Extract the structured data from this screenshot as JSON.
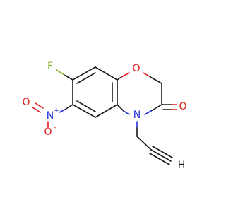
{
  "atoms": {
    "fluorine": {
      "symbol": "F",
      "color": "#80b020"
    },
    "ring_oxygen": {
      "symbol": "O",
      "color": "#e01a1a"
    },
    "carbonyl_oxygen": {
      "symbol": "O",
      "color": "#e01a1a"
    },
    "ring_nitrogen": {
      "symbol": "N",
      "color": "#2030d8"
    },
    "nitro_nitrogen": {
      "symbol": "N",
      "color": "#2030d8",
      "charge": "+"
    },
    "nitro_oxygen_double": {
      "symbol": "O",
      "color": "#e01a1a"
    },
    "nitro_oxygen_single": {
      "symbol": "O",
      "color": "#e01a1a",
      "charge": "-"
    },
    "terminal_hydrogen": {
      "symbol": "H",
      "color": "#1a1a1a"
    }
  }
}
